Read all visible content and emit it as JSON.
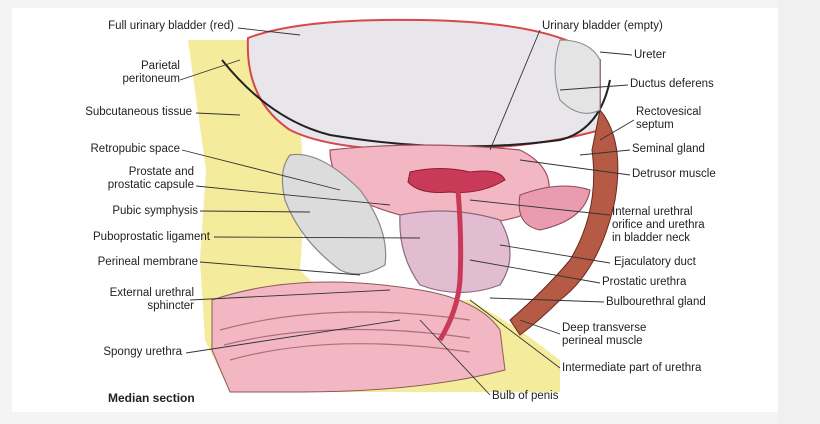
{
  "title": "Median section",
  "labels_left": [
    "Full urinary bladder (red)",
    "Parietal\nperitoneum",
    "Subcutaneous tissue",
    "Retropubic space",
    "Prostate and\nprostatic capsule",
    "Pubic symphysis",
    "Puboprostatic ligament",
    "Perineal membrane",
    "External urethral\nsphincter",
    "Spongy urethra"
  ],
  "labels_right": [
    "Urinary bladder (empty)",
    "Ureter",
    "Ductus deferens",
    "Rectovesical\nseptum",
    "Seminal gland",
    "Detrusor muscle",
    "Internal urethral\norifice and urethra\nin bladder neck",
    "Ejaculatory duct",
    "Prostatic urethra",
    "Bulbourethral gland",
    "Deep transverse\nperineal muscle",
    "Intermediate part of urethra",
    "Bulb of penis"
  ],
  "colors": {
    "fat": "#f4ec9c",
    "bladder": "#f2b7c2",
    "bladder_full": "#e8e6ea",
    "muscle": "#e99bb0",
    "bone": "#dcdcdc",
    "rectum": "#b55a44",
    "urethra": "#c93a58"
  }
}
